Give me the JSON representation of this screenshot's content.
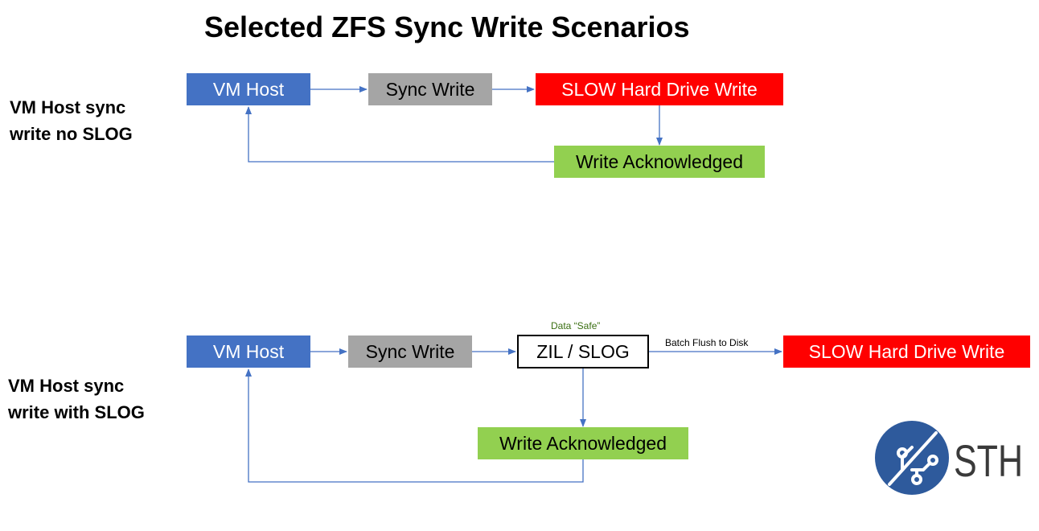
{
  "title": "Selected ZFS Sync Write Scenarios",
  "scenario_1": {
    "label_line1": "VM Host sync",
    "label_line2": "write no SLOG",
    "vm_host": "VM Host",
    "sync_write": "Sync Write",
    "slow_write": "SLOW Hard Drive Write",
    "write_ack": "Write Acknowledged"
  },
  "scenario_2": {
    "label_line1": "VM Host sync",
    "label_line2": "write with SLOG",
    "vm_host": "VM Host",
    "sync_write": "Sync Write",
    "zil_slog": "ZIL / SLOG",
    "data_safe_note": "Data “Safe”",
    "batch_flush_note": "Batch Flush to Disk",
    "slow_write": "SLOW Hard Drive Write",
    "write_ack": "Write Acknowledged"
  },
  "logo": {
    "text": "STH"
  },
  "colors": {
    "vm_host_fill": "#4472c4",
    "sync_write_fill": "#a5a5a5",
    "slow_write_fill": "#ff0000",
    "write_ack_fill": "#92d050",
    "connector": "#4472c4",
    "data_safe_text": "#3a6f12",
    "logo_circle": "#2e5a9c"
  }
}
